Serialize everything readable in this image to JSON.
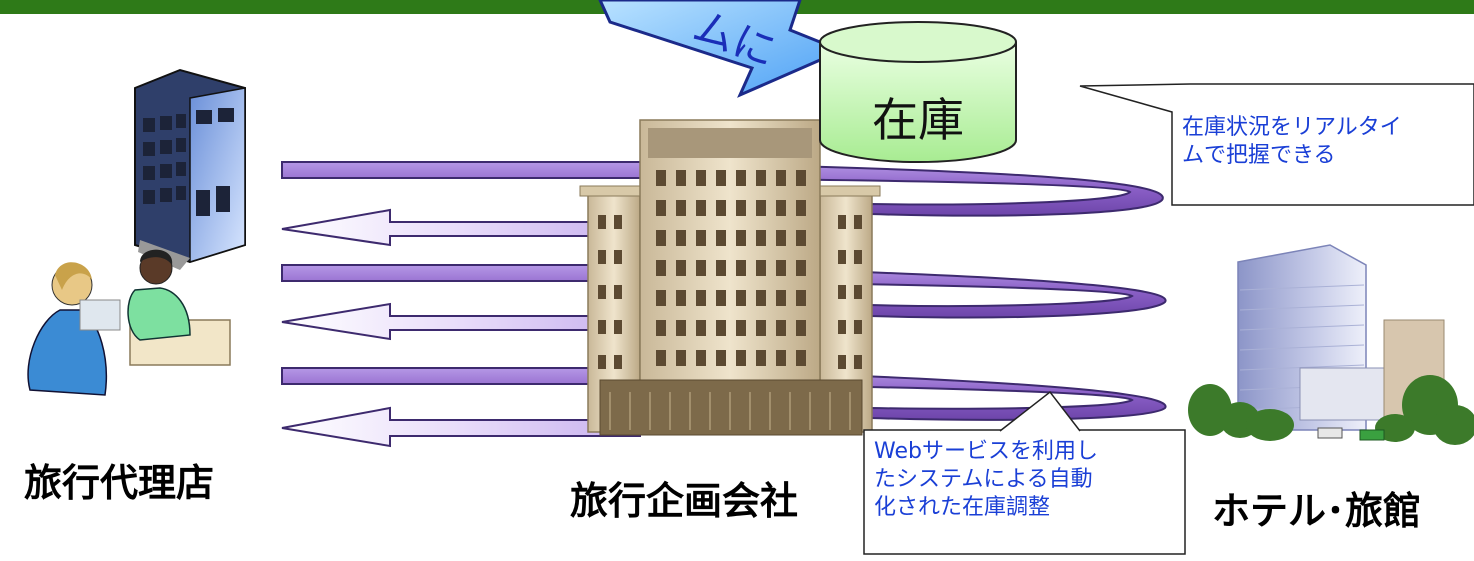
{
  "top_arrow": {
    "text": "ムに"
  },
  "database": {
    "label": "在庫"
  },
  "callout_top": {
    "lines": [
      "在庫状況をリアルタイ",
      "ムで把握できる"
    ]
  },
  "callout_bottom": {
    "lines": [
      "Webサービスを利用し",
      "たシステムによる自動",
      "化された在庫調整"
    ]
  },
  "labels": {
    "agency": "旅行代理店",
    "planner": "旅行企画会社",
    "hotel": "ホテル･旅館"
  },
  "colors": {
    "header_line": "#2e7a18",
    "arrow_purple": "#9a72cc",
    "db_green": "#b9f2a8",
    "callout_text": "#1a3fd6",
    "top_arrow": "#6fb6ff"
  }
}
